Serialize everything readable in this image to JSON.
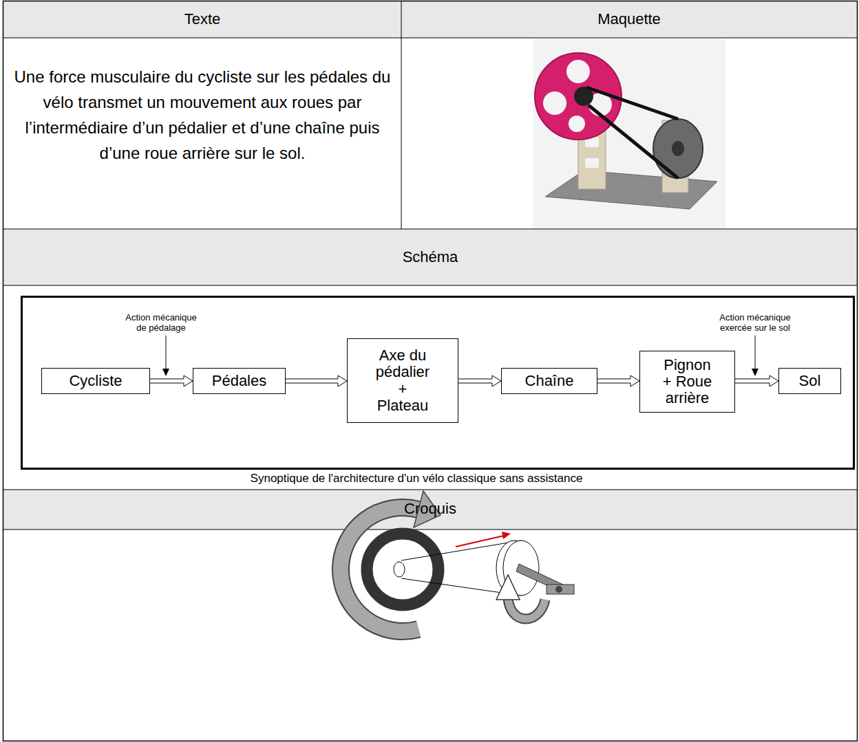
{
  "diagram": {
    "caption": "Synoptique de l'architecture d'un vélo classique sans assistance",
    "nodes": [
      {
        "text": [
          "Cycliste"
        ]
      },
      {
        "text": [
          "Pédales"
        ]
      },
      {
        "text": [
          "Axe du pédalier + Plateau"
        ]
      },
      {
        "text": [
          "Chaîne"
        ]
      },
      {
        "text": [
          "Pignon + Roue arrière"
        ]
      },
      {
        "text": [
          "Sol"
        ]
      }
    ],
    "edges": [
      {
        "from": 0,
        "to": 1,
        "arrow": "to"
      },
      {
        "from": 1,
        "to": 2,
        "arrow": "to"
      },
      {
        "from": 2,
        "to": 3,
        "arrow": "to"
      },
      {
        "from": 3,
        "to": 4,
        "arrow": "to"
      },
      {
        "from": 4,
        "to": 5,
        "arrow": "to"
      }
    ],
    "labels": [
      "Texte",
      "Maquette",
      "Une force musculaire du cycliste sur les pédales du vélo transmet un mouvement aux roues par l’intermédiaire d’un pédalier et d’une chaîne puis d’une roue arrière sur le sol.",
      "Schéma",
      "Action mécanique de pédalage",
      "Action mécanique exercée sur le sol",
      "Croquis"
    ]
  }
}
